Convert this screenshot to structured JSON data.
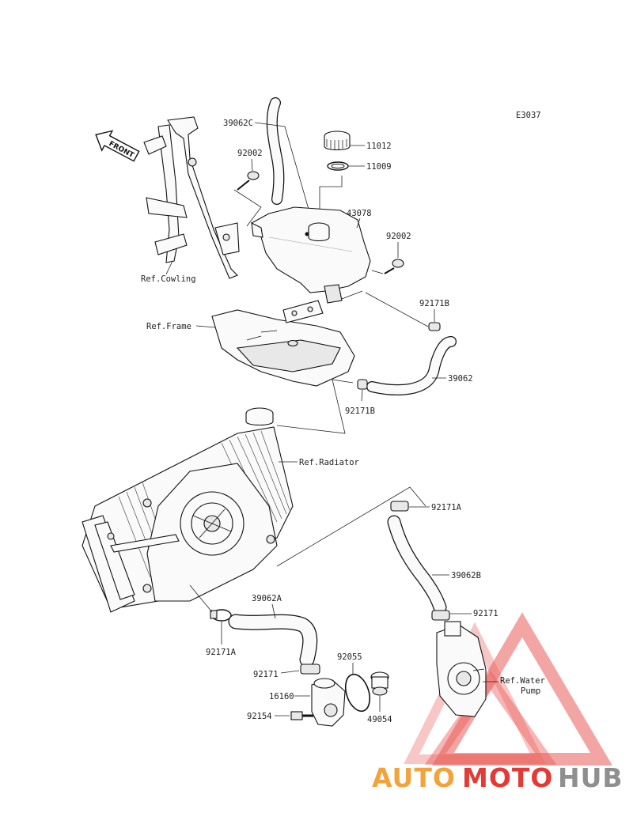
{
  "diagram_code": "E3037",
  "front_label": "FRONT",
  "parts": {
    "p39062C": "39062C",
    "p92002_a": "92002",
    "p11012": "11012",
    "p11009": "11009",
    "p43078": "43078",
    "p92002_b": "92002",
    "p92171B_a": "92171B",
    "p39062": "39062",
    "p92171B_b": "92171B",
    "p92171A_a": "92171A",
    "p39062B": "39062B",
    "p92171_a": "92171",
    "p39062A": "39062A",
    "p92171A_b": "92171A",
    "p92055": "92055",
    "p92171_b": "92171",
    "p16160": "16160",
    "p92154": "92154",
    "p49054": "49054"
  },
  "refs": {
    "cowling": "Ref.Cowling",
    "frame": "Ref.Frame",
    "radiator": "Ref.Radiator",
    "water_pump_1": "Ref.Water",
    "water_pump_2": "Pump"
  },
  "watermark": {
    "part1": "AUTO",
    "part2": "MOTO",
    "part3": "HUB",
    "color_orange": "#f2a43a",
    "color_red": "#e53935",
    "color_grey": "#8f8f8f"
  }
}
